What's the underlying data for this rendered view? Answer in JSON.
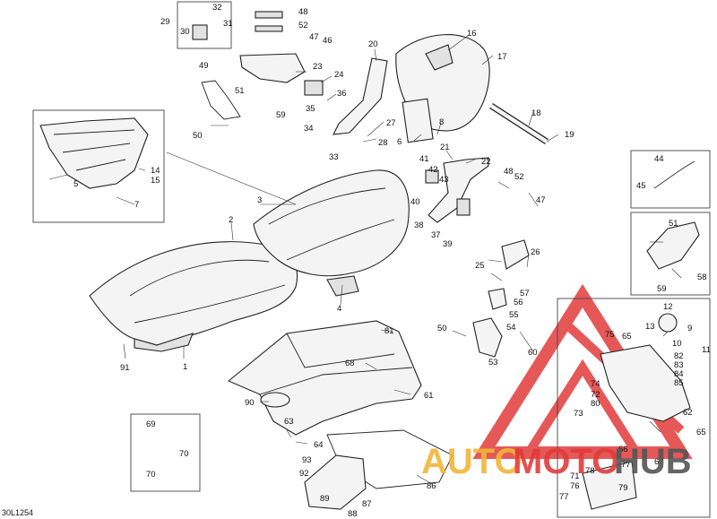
{
  "diagram_code": "30L1254",
  "watermark": {
    "word1": "AUTO",
    "word2": "MOTO",
    "word3": "HUB",
    "color1": "#f2b53a",
    "color2": "#e23b3b",
    "color3": "#555555"
  },
  "colors": {
    "line": "#222222",
    "fill": "#f4f4f4",
    "watermark_red": "#e23b3b",
    "watermark_yellow": "#f2b53a"
  },
  "callouts": [
    "1",
    "2",
    "3",
    "4",
    "5",
    "6",
    "7",
    "8",
    "9",
    "10",
    "11",
    "12",
    "13",
    "14",
    "15",
    "16",
    "17",
    "18",
    "19",
    "20",
    "21",
    "22",
    "23",
    "24",
    "25",
    "26",
    "27",
    "28",
    "29",
    "30",
    "31",
    "32",
    "33",
    "34",
    "35",
    "36",
    "37",
    "38",
    "39",
    "40",
    "41",
    "42",
    "43",
    "44",
    "45",
    "46",
    "47",
    "48",
    "49",
    "50",
    "51",
    "52",
    "53",
    "54",
    "55",
    "56",
    "57",
    "58",
    "59",
    "60",
    "61",
    "62",
    "63",
    "64",
    "65",
    "66",
    "67",
    "68",
    "69",
    "70",
    "71",
    "72",
    "73",
    "74",
    "75",
    "76",
    "77",
    "78",
    "79",
    "80",
    "81",
    "82",
    "83",
    "84",
    "85",
    "86",
    "87",
    "88",
    "89",
    "90",
    "91",
    "92",
    "93"
  ]
}
